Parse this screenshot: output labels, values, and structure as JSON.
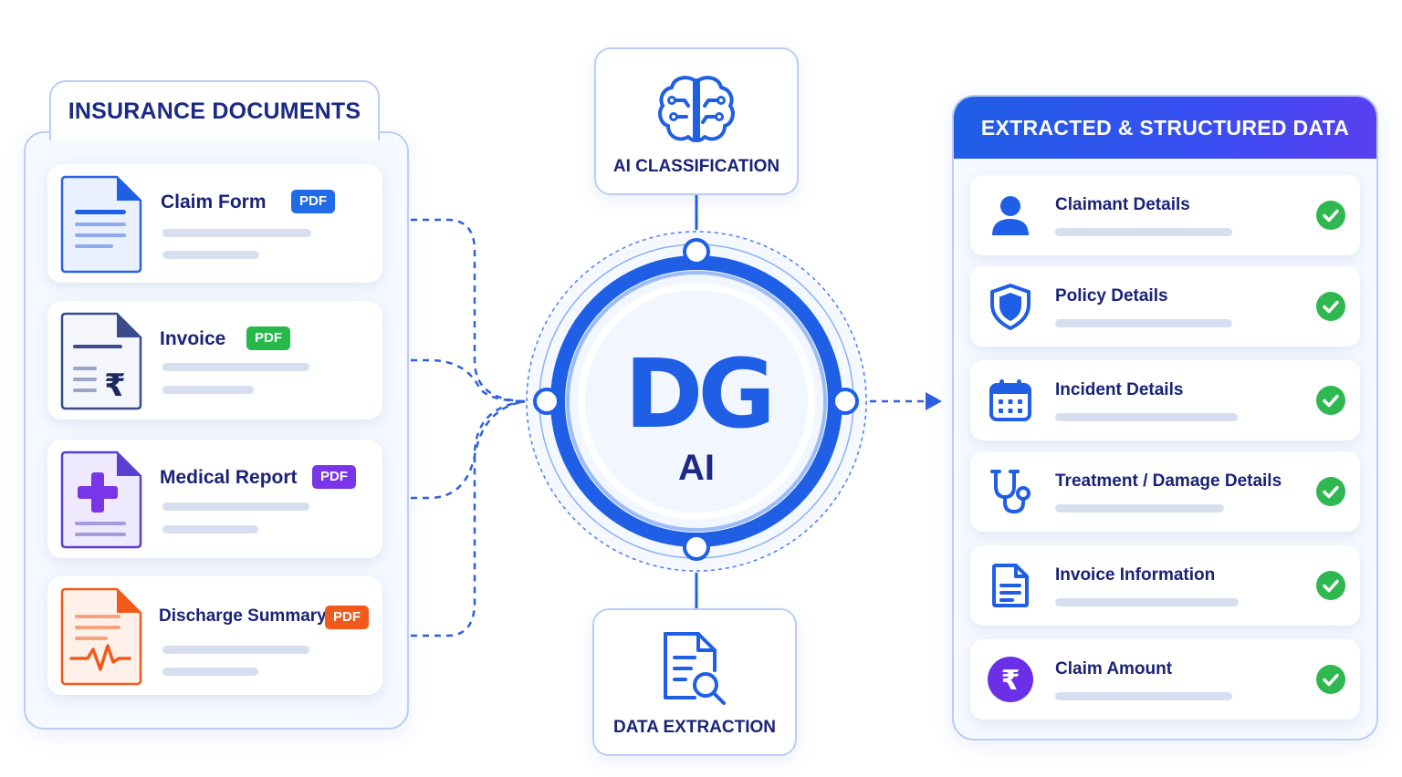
{
  "colors": {
    "primary_blue": "#1f5fe6",
    "navy_text": "#1a2378",
    "panel_border": "#b9cdf5",
    "check_green": "#2fb84f",
    "pdf_blue": "#1f6be8",
    "pdf_green": "#27b84a",
    "pdf_purple": "#7a35e8",
    "pdf_orange": "#f25a1c",
    "claim_amount_purple": "#6a2fe6"
  },
  "left_panel": {
    "title": "INSURANCE DOCUMENTS",
    "documents": [
      {
        "title": "Claim Form",
        "badge": "PDF",
        "icon": "form-document-icon"
      },
      {
        "title": "Invoice",
        "badge": "PDF",
        "icon": "rupee-invoice-icon"
      },
      {
        "title": "Medical Report",
        "badge": "PDF",
        "icon": "medical-cross-document-icon"
      },
      {
        "title": "Discharge Summary",
        "badge": "PDF",
        "icon": "heartbeat-document-icon"
      }
    ]
  },
  "center": {
    "classification_label": "AI CLASSIFICATION",
    "classification_icon": "brain-circuit-icon",
    "extraction_label": "DATA EXTRACTION",
    "extraction_icon": "document-search-icon",
    "hub_logo": "DG",
    "hub_text": "AI"
  },
  "right_panel": {
    "title": "EXTRACTED & STRUCTURED DATA",
    "fields": [
      {
        "label": "Claimant Details",
        "icon": "user-icon",
        "status": "check-icon"
      },
      {
        "label": "Policy Details",
        "icon": "shield-icon",
        "status": "check-icon"
      },
      {
        "label": "Incident Details",
        "icon": "calendar-icon",
        "status": "check-icon"
      },
      {
        "label": "Treatment / Damage Details",
        "icon": "stethoscope-icon",
        "status": "check-icon"
      },
      {
        "label": "Invoice Information",
        "icon": "document-icon",
        "status": "check-icon"
      },
      {
        "label": "Claim Amount",
        "icon": "rupee-coin-icon",
        "status": "check-icon"
      }
    ]
  }
}
